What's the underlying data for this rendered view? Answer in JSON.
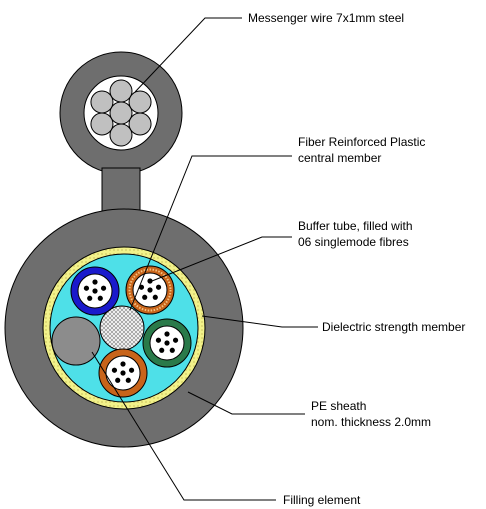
{
  "labels": {
    "messenger": "Messenger wire 7x1mm steel",
    "frp_line1": "Fiber Reinforced Plastic",
    "frp_line2": "central member",
    "buffer_line1": "Buffer tube, filled with",
    "buffer_line2": "06 singlemode fibres",
    "dielectric": "Dielectric strength member",
    "pe_line1": "PE sheath",
    "pe_line2": "nom. thickness 2.0mm",
    "filling": "Filling element"
  },
  "colors": {
    "sheath": "#6e6e6e",
    "gel": "#4ee0e8",
    "strength_member": "#f2f28a",
    "tube_blue": "#1a1acc",
    "tube_orange": "#c8641a",
    "tube_green": "#2a7a4a",
    "filling_element": "#8c8c8c",
    "steel_wire": "#c0c0c0",
    "fiber": "#000000"
  },
  "fibres_per_tube": 6,
  "steel_wire_count": 7
}
